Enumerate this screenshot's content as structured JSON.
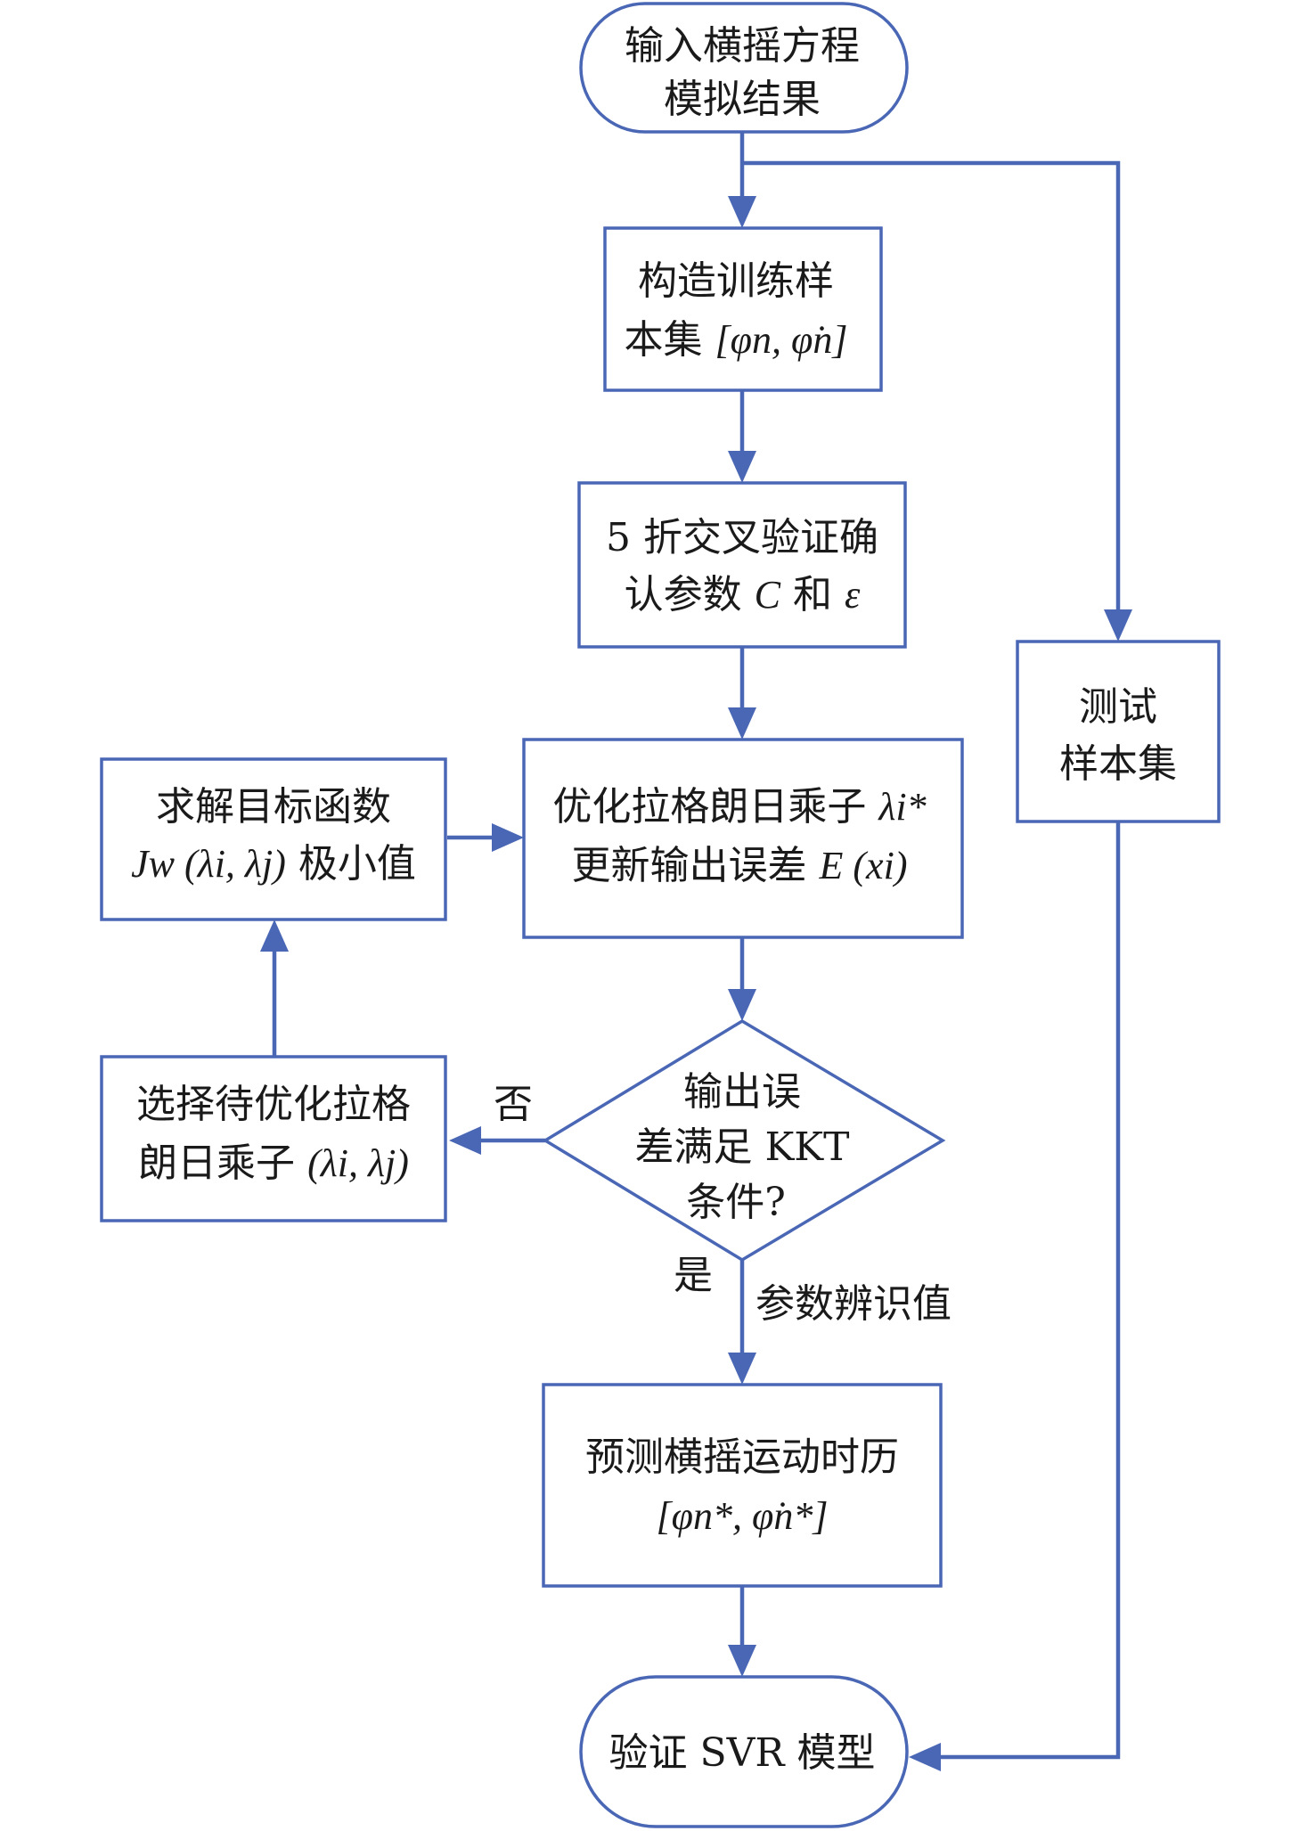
{
  "nodes": {
    "input_results": {
      "line1": "输入横摇方程",
      "line2": "模拟结果"
    },
    "build_training": {
      "line1": "构造训练样",
      "line2_prefix": "本集 ",
      "line2_math": "[φn, φ̇n]"
    },
    "cross_validation": {
      "line1": "5 折交叉验证确",
      "line2_prefix": "认参数 ",
      "line2_math_c": "C",
      "line2_mid": " 和 ",
      "line2_math_eps": "ε"
    },
    "test_set": {
      "line1": "测试",
      "line2": "样本集"
    },
    "optimize_multiplier": {
      "line1_prefix": "优化拉格朗日乘子 ",
      "line1_math": "λi*",
      "line2_prefix": "更新输出误差 ",
      "line2_math": "E (xi)"
    },
    "solve_objective": {
      "line1": "求解目标函数",
      "line2_math": "Jw (λi, λj)",
      "line2_suffix": " 极小值"
    },
    "select_multiplier": {
      "line1": "选择待优化拉格",
      "line2_prefix": "朗日乘子 ",
      "line2_math": "(λi, λj)"
    },
    "kkt_decision": {
      "line1": "输出误",
      "line2": "差满足 KKT",
      "line3": "条件?"
    },
    "predict_roll": {
      "line1": "预测横摇运动时历",
      "line2_math": "[φn*, φ̇n*]"
    },
    "verify_svr": {
      "text": "验证 SVR 模型"
    }
  },
  "edge_labels": {
    "no": "否",
    "yes": "是",
    "param_value": "参数辨识值"
  },
  "colors": {
    "stroke": "#4a67b5",
    "text": "#1a1a1a"
  }
}
